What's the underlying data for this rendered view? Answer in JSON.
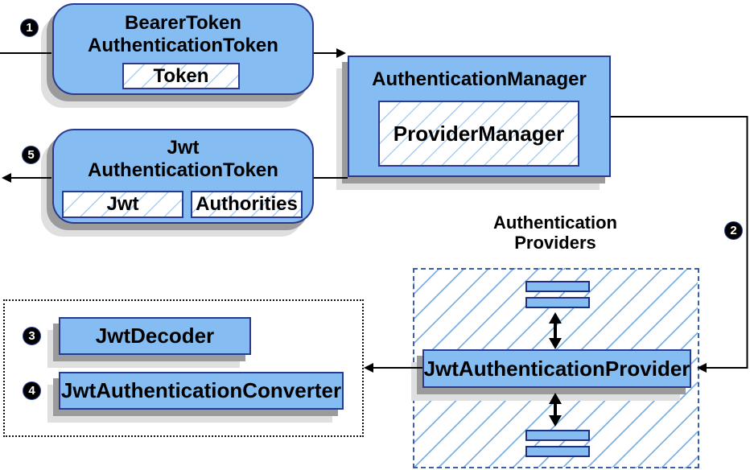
{
  "colors": {
    "node_fill": "#85bdf2",
    "node_border": "#2b3a8f",
    "subbox_hatch_line": "#a9cdf2",
    "container_hatch_line": "#7fb2e4",
    "container_dash_border": "#3a5fa8",
    "dotted_group_border": "#111111",
    "arrow": "#000000",
    "shadow_dark": "#9b9b9b",
    "shadow_light": "#dfdfdf",
    "badge_bg": "#000000",
    "badge_text": "#ffffff"
  },
  "badges": [
    "1",
    "2",
    "3",
    "4",
    "5"
  ],
  "nodes": {
    "bearer_token": {
      "line1": "BearerToken",
      "line2": "AuthenticationToken",
      "child_token": "Token"
    },
    "authentication_manager": {
      "title": "AuthenticationManager",
      "child_provider_manager": "ProviderManager"
    },
    "jwt_authentication_token": {
      "line1": "Jwt",
      "line2": "AuthenticationToken",
      "child_jwt": "Jwt",
      "child_authorities": "Authorities"
    },
    "jwt_authentication_provider": {
      "title": "JwtAuthenticationProvider"
    },
    "jwt_decoder": {
      "title": "JwtDecoder"
    },
    "jwt_authentication_converter": {
      "title": "JwtAuthenticationConverter"
    }
  },
  "labels": {
    "authentication_providers": {
      "line1": "Authentication",
      "line2": "Providers"
    }
  }
}
